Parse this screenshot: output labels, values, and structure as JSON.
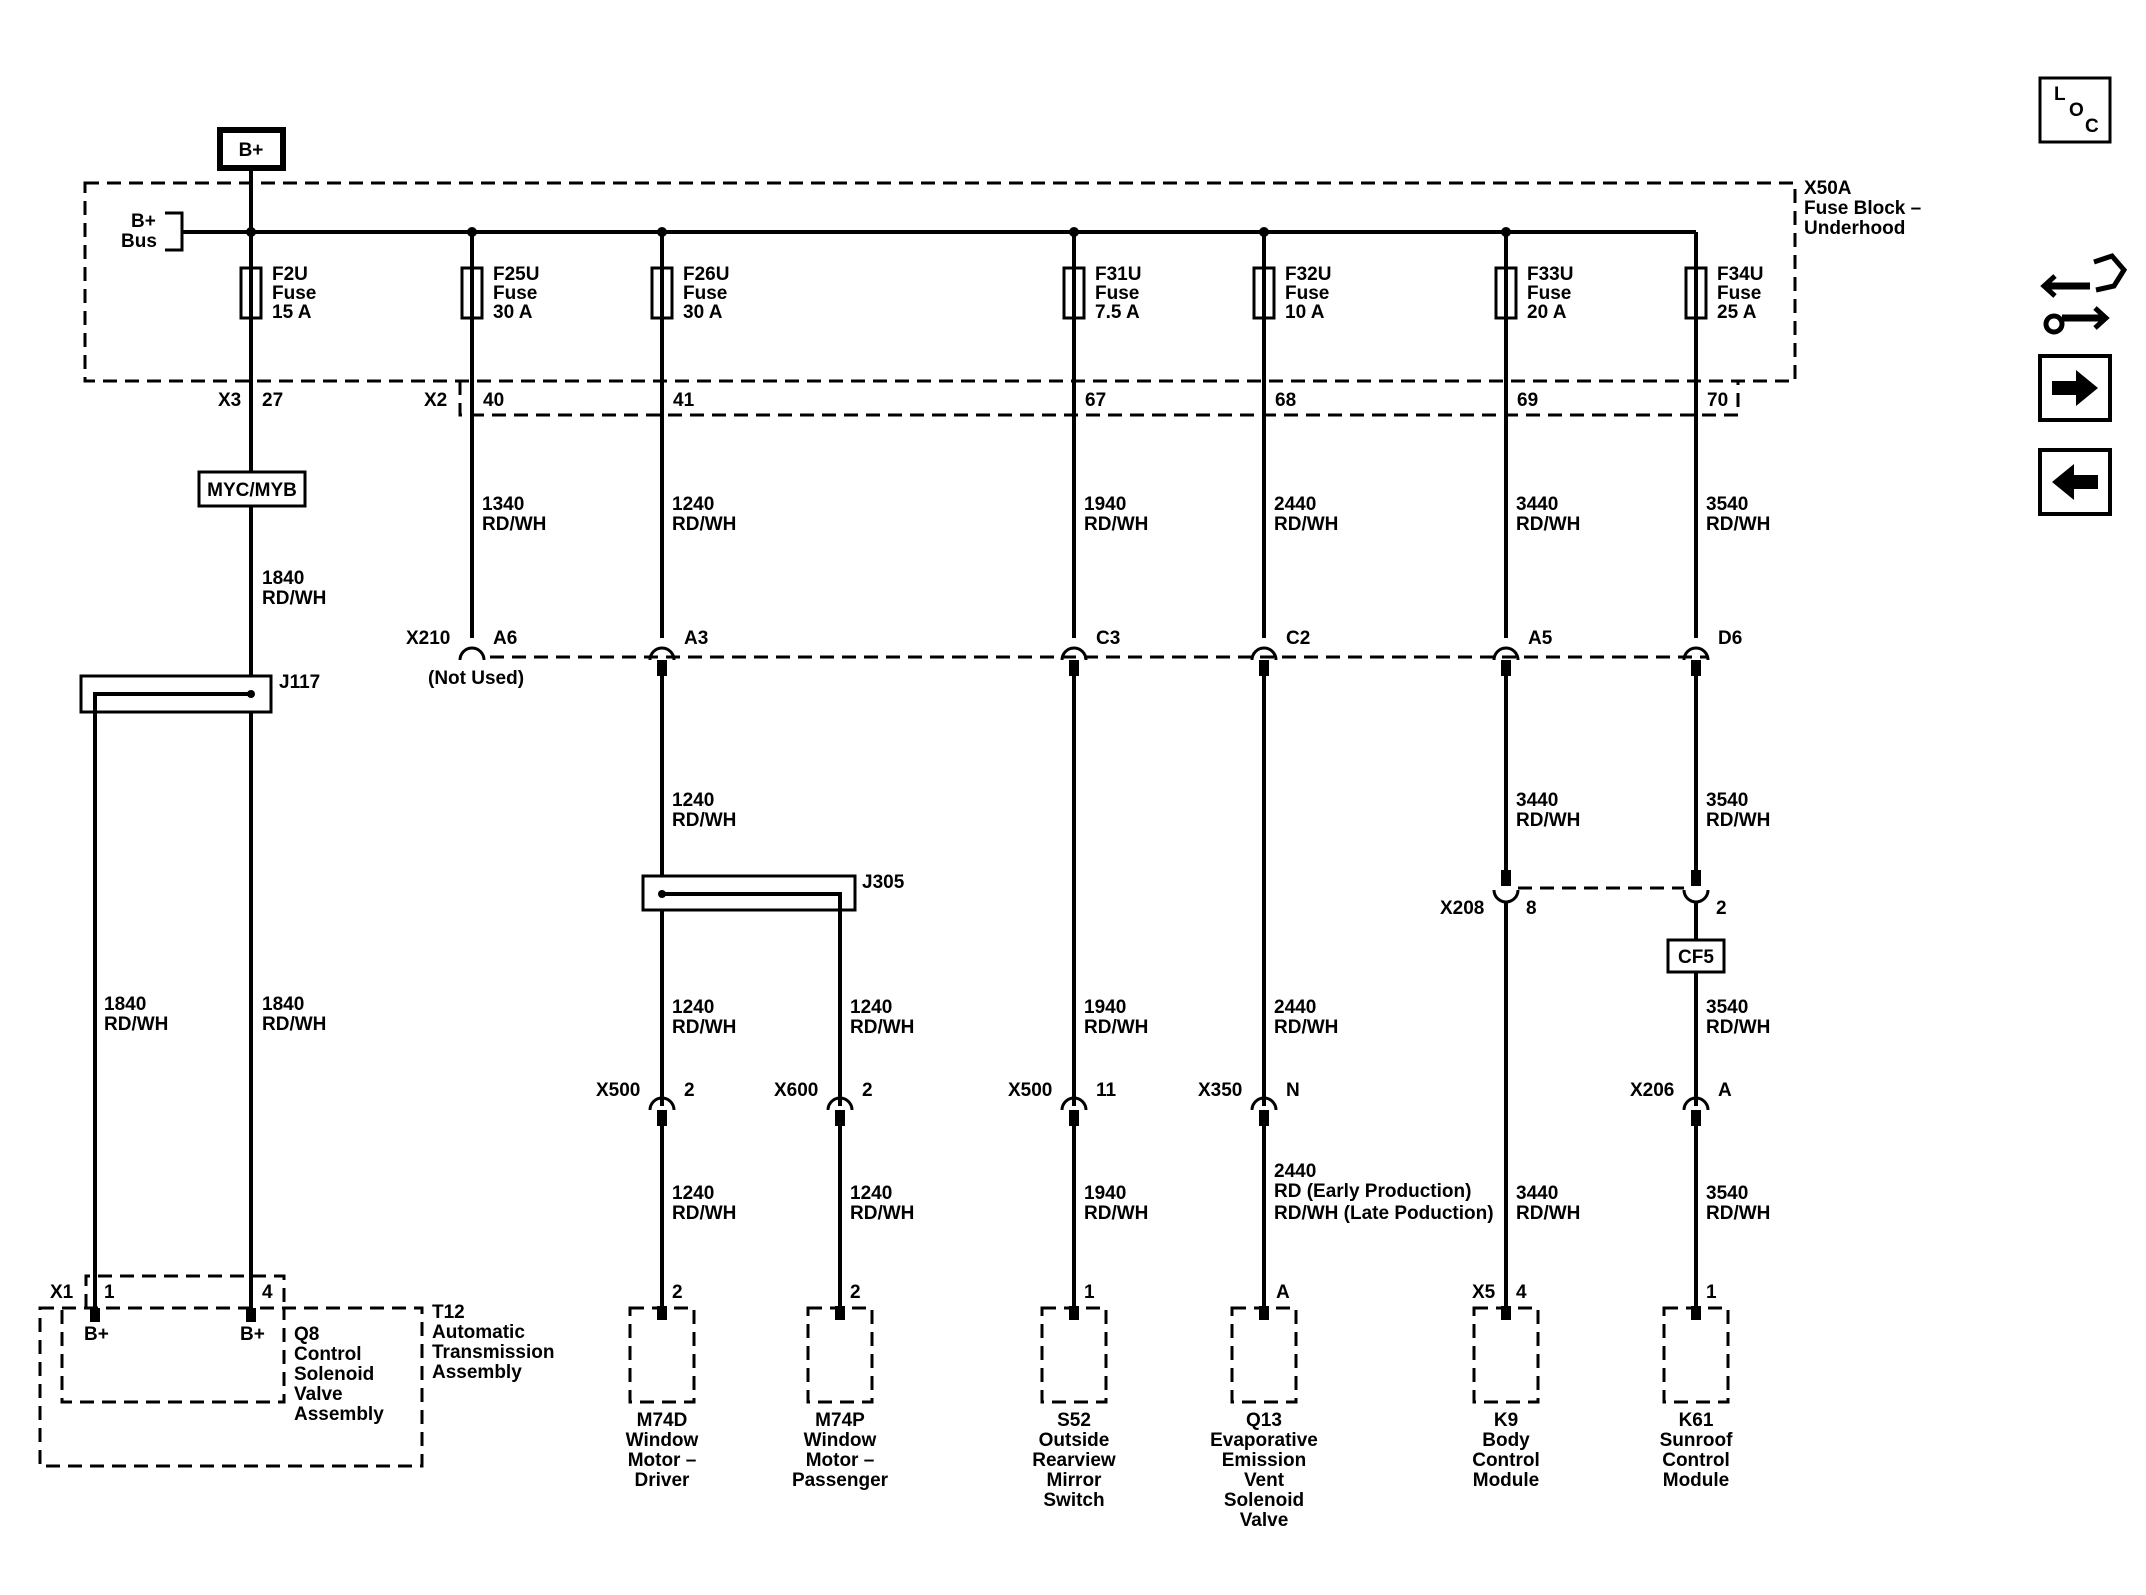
{
  "power": {
    "label": "B+"
  },
  "fuse_block": {
    "name": "X50A",
    "desc_line1": "Fuse Block –",
    "desc_line2": "Underhood",
    "bus_line1": "B+",
    "bus_line2": "Bus",
    "conn_x3": "X3",
    "conn_x2": "X2"
  },
  "fuses": [
    {
      "name": "F2U",
      "type": "Fuse",
      "rating": "15 A",
      "pin": "27"
    },
    {
      "name": "F25U",
      "type": "Fuse",
      "rating": "30 A",
      "pin": "40"
    },
    {
      "name": "F26U",
      "type": "Fuse",
      "rating": "30 A",
      "pin": "41"
    },
    {
      "name": "F31U",
      "type": "Fuse",
      "rating": "7.5 A",
      "pin": "67"
    },
    {
      "name": "F32U",
      "type": "Fuse",
      "rating": "10 A",
      "pin": "68"
    },
    {
      "name": "F33U",
      "type": "Fuse",
      "rating": "20 A",
      "pin": "69"
    },
    {
      "name": "F34U",
      "type": "Fuse",
      "rating": "25 A",
      "pin": "70"
    }
  ],
  "option_code": "MYC/MYB",
  "wires": {
    "w1840_top": [
      "1840",
      "RD/WH"
    ],
    "w1840_left": [
      "1840",
      "RD/WH"
    ],
    "w1840_right": [
      "1840",
      "RD/WH"
    ],
    "w1340": [
      "1340",
      "RD/WH"
    ],
    "w1240_a": [
      "1240",
      "RD/WH"
    ],
    "w1240_b": [
      "1240",
      "RD/WH"
    ],
    "w1240_c": [
      "1240",
      "RD/WH"
    ],
    "w1240_d": [
      "1240",
      "RD/WH"
    ],
    "w1240_e": [
      "1240",
      "RD/WH"
    ],
    "w1240_f": [
      "1240",
      "RD/WH"
    ],
    "w1940_a": [
      "1940",
      "RD/WH"
    ],
    "w1940_b": [
      "1940",
      "RD/WH"
    ],
    "w1940_c": [
      "1940",
      "RD/WH"
    ],
    "w2440_a": [
      "2440",
      "RD/WH"
    ],
    "w2440_b": [
      "2440",
      "RD/WH"
    ],
    "w2440_c": [
      "2440",
      "RD (Early Production)",
      "RD/WH (Late Poduction)"
    ],
    "w3440_a": [
      "3440",
      "RD/WH"
    ],
    "w3440_b": [
      "3440",
      "RD/WH"
    ],
    "w3440_c": [
      "3440",
      "RD/WH"
    ],
    "w3540_a": [
      "3540",
      "RD/WH"
    ],
    "w3540_b": [
      "3540",
      "RD/WH"
    ],
    "w3540_c": [
      "3540",
      "RD/WH"
    ],
    "w3540_d": [
      "3540",
      "RD/WH"
    ]
  },
  "splices": {
    "j117": "J117",
    "j305": "J305"
  },
  "x210": {
    "name": "X210",
    "not_used": "(Not Used)",
    "pins": [
      "A6",
      "A3",
      "C3",
      "C2",
      "A5",
      "D6"
    ]
  },
  "x208": {
    "name": "X208",
    "pins": [
      "8",
      "2"
    ]
  },
  "cf5": "CF5",
  "inline": {
    "x500a": {
      "name": "X500",
      "pin": "2"
    },
    "x600": {
      "name": "X600",
      "pin": "2"
    },
    "x500b": {
      "name": "X500",
      "pin": "11"
    },
    "x350": {
      "name": "X350",
      "pin": "N"
    },
    "x206": {
      "name": "X206",
      "pin": "A"
    }
  },
  "t12": {
    "conn": "X1",
    "pin1": "1",
    "pin2": "4",
    "bplus1": "B+",
    "bplus2": "B+",
    "q8": [
      "Q8",
      "Control",
      "Solenoid",
      "Valve",
      "Assembly"
    ],
    "t12": [
      "T12",
      "Automatic",
      "Transmission",
      "Assembly"
    ]
  },
  "components": [
    {
      "pin": "2",
      "lines": [
        "M74D",
        "Window",
        "Motor –",
        "Driver"
      ]
    },
    {
      "pin": "2",
      "lines": [
        "M74P",
        "Window",
        "Motor –",
        "Passenger"
      ]
    },
    {
      "pin": "1",
      "lines": [
        "S52",
        "Outside",
        "Rearview",
        "Mirror",
        "Switch"
      ]
    },
    {
      "pin": "A",
      "lines": [
        "Q13",
        "Evaporative",
        "Emission",
        "Vent",
        "Solenoid",
        "Valve"
      ]
    },
    {
      "pin": "4",
      "conn": "X5",
      "lines": [
        "K9",
        "Body",
        "Control",
        "Module"
      ]
    },
    {
      "pin": "1",
      "lines": [
        "K61",
        "Sunroof",
        "Control",
        "Module"
      ]
    }
  ],
  "nav": {
    "loc": [
      "L",
      "O",
      "C"
    ],
    "icons": [
      "component-locator-icon",
      "wrench-connector-icon",
      "next-arrow-icon",
      "prev-arrow-icon"
    ]
  }
}
